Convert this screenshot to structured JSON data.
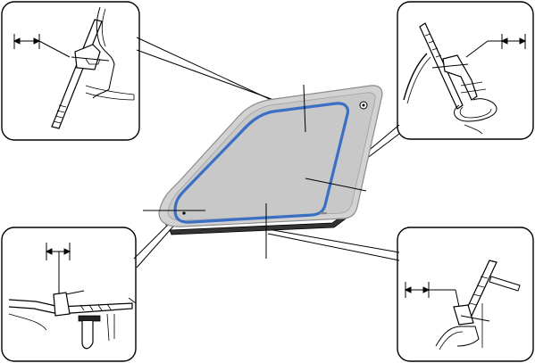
{
  "diagram": {
    "subject": "quarter-glass-adhesive-application",
    "colors": {
      "outline": "#000000",
      "glass_fill": "#cfcfcf",
      "glass_border": "#8a8a8a",
      "bead": "#3b6fc4",
      "callout_box": "#000000",
      "background": "#ffffff"
    },
    "icons": [
      "adhesive-bead",
      "dimension-arrow",
      "section-detail",
      "leader-line"
    ],
    "detail_views": [
      "top-left",
      "top-right",
      "bottom-left",
      "bottom-right"
    ]
  }
}
